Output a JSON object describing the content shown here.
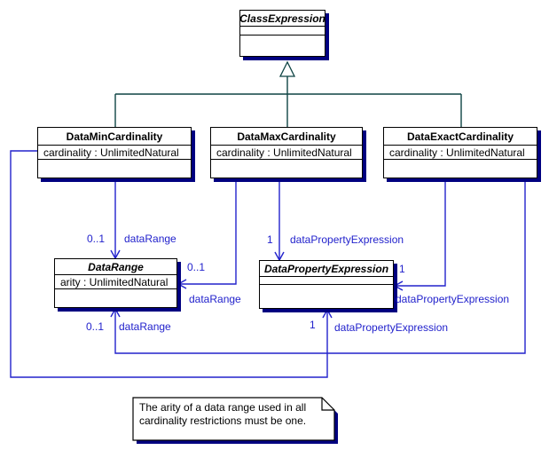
{
  "classes": {
    "class_expression": {
      "name": "ClassExpression"
    },
    "data_min_cardinality": {
      "name": "DataMinCardinality",
      "attributes": [
        "cardinality : UnlimitedNatural"
      ]
    },
    "data_max_cardinality": {
      "name": "DataMaxCardinality",
      "attributes": [
        "cardinality : UnlimitedNatural"
      ]
    },
    "data_exact_cardinality": {
      "name": "DataExactCardinality",
      "attributes": [
        "cardinality : UnlimitedNatural"
      ]
    },
    "data_range": {
      "name": "DataRange",
      "attributes": [
        "arity : UnlimitedNatural"
      ]
    },
    "data_property_expression": {
      "name": "DataPropertyExpression"
    }
  },
  "associations": {
    "min_data_range": {
      "multiplicity": "0..1",
      "role": "dataRange"
    },
    "max_data_property": {
      "multiplicity": "1",
      "role": "dataPropertyExpression"
    },
    "max_data_range": {
      "multiplicity": "0..1",
      "role": "dataRange"
    },
    "exact_data_property": {
      "multiplicity": "1",
      "role": "dataPropertyExpression"
    },
    "exact_data_range": {
      "multiplicity": "0..1",
      "role": "dataRange"
    },
    "min_data_property": {
      "multiplicity": "1",
      "role": "dataPropertyExpression"
    }
  },
  "note": {
    "lines": [
      "The arity of a data range used in all",
      "cardinality restrictions must be one."
    ]
  },
  "colors": {
    "association": "#2222cc",
    "generalization": "#0e4444",
    "shadow": "#000080",
    "border": "#000000",
    "background": "#ffffff"
  }
}
